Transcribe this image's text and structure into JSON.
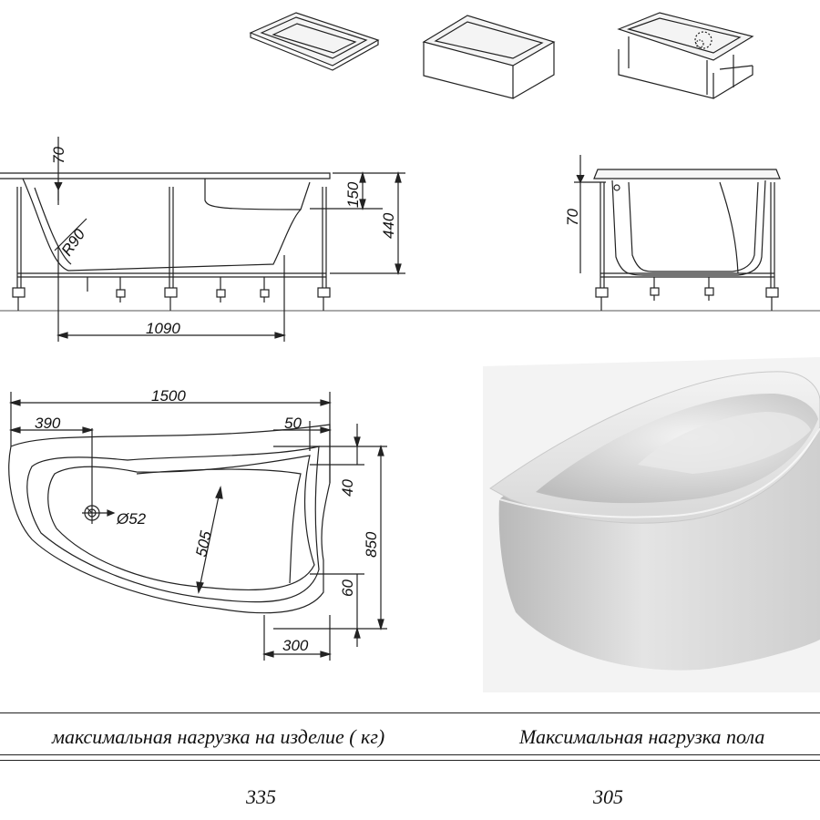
{
  "dimensions": {
    "top_offset": "70",
    "rim_height": "150",
    "total_height": "440",
    "radius": "R90",
    "bottom_length": "1090",
    "side_offset": "70",
    "length": "1500",
    "drain_offset": "390",
    "edge_margin": "50",
    "rim_top": "40",
    "depth_line": "505",
    "drain_diameter": "Ø52",
    "width": "850",
    "rim_bottom": "60",
    "front_offset": "300"
  },
  "table": {
    "col1_header": "максимальная нагрузка на изделие ( кг)",
    "col2_header": "Максимальная нагрузка пола",
    "col1_value": "335",
    "col2_value": "305"
  }
}
